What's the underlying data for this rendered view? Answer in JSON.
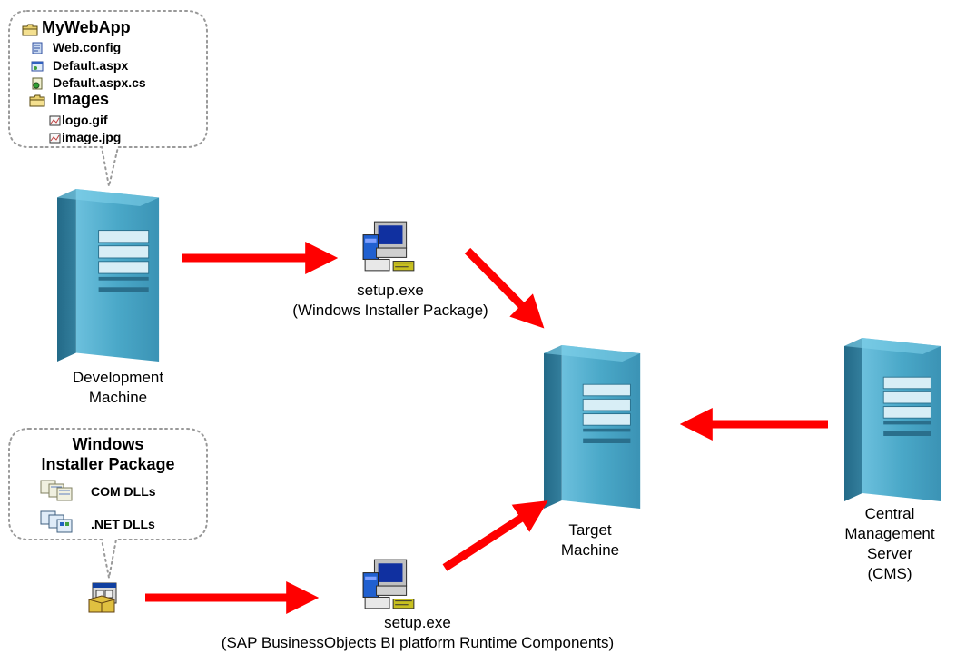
{
  "top_bubble": {
    "root_folder": "MyWebApp",
    "files": [
      "Web.config",
      "Default.aspx",
      "Default.aspx.cs"
    ],
    "sub_folder": "Images",
    "sub_files": [
      "logo.gif",
      "image.jpg"
    ]
  },
  "bottom_bubble": {
    "title_line1": "Windows",
    "title_line2": "Installer Package",
    "items": [
      "COM DLLs",
      ".NET DLLs"
    ]
  },
  "nodes": {
    "dev_line1": "Development",
    "dev_line2": "Machine",
    "setup_top_line1": "setup.exe",
    "setup_top_line2": "(Windows Installer Package)",
    "target_line1": "Target",
    "target_line2": "Machine",
    "cms_line1": "Central",
    "cms_line2": "Management",
    "cms_line3": "Server",
    "cms_line4": "(CMS)",
    "setup_bottom_line1": "setup.exe",
    "setup_bottom_line2": "(SAP BusinessObjects BI platform Runtime Components)"
  },
  "colors": {
    "arrow": "#ff0000",
    "server_body": "#3f9fbf",
    "server_side": "#2b6f8a",
    "bubble_border": "#999999"
  }
}
